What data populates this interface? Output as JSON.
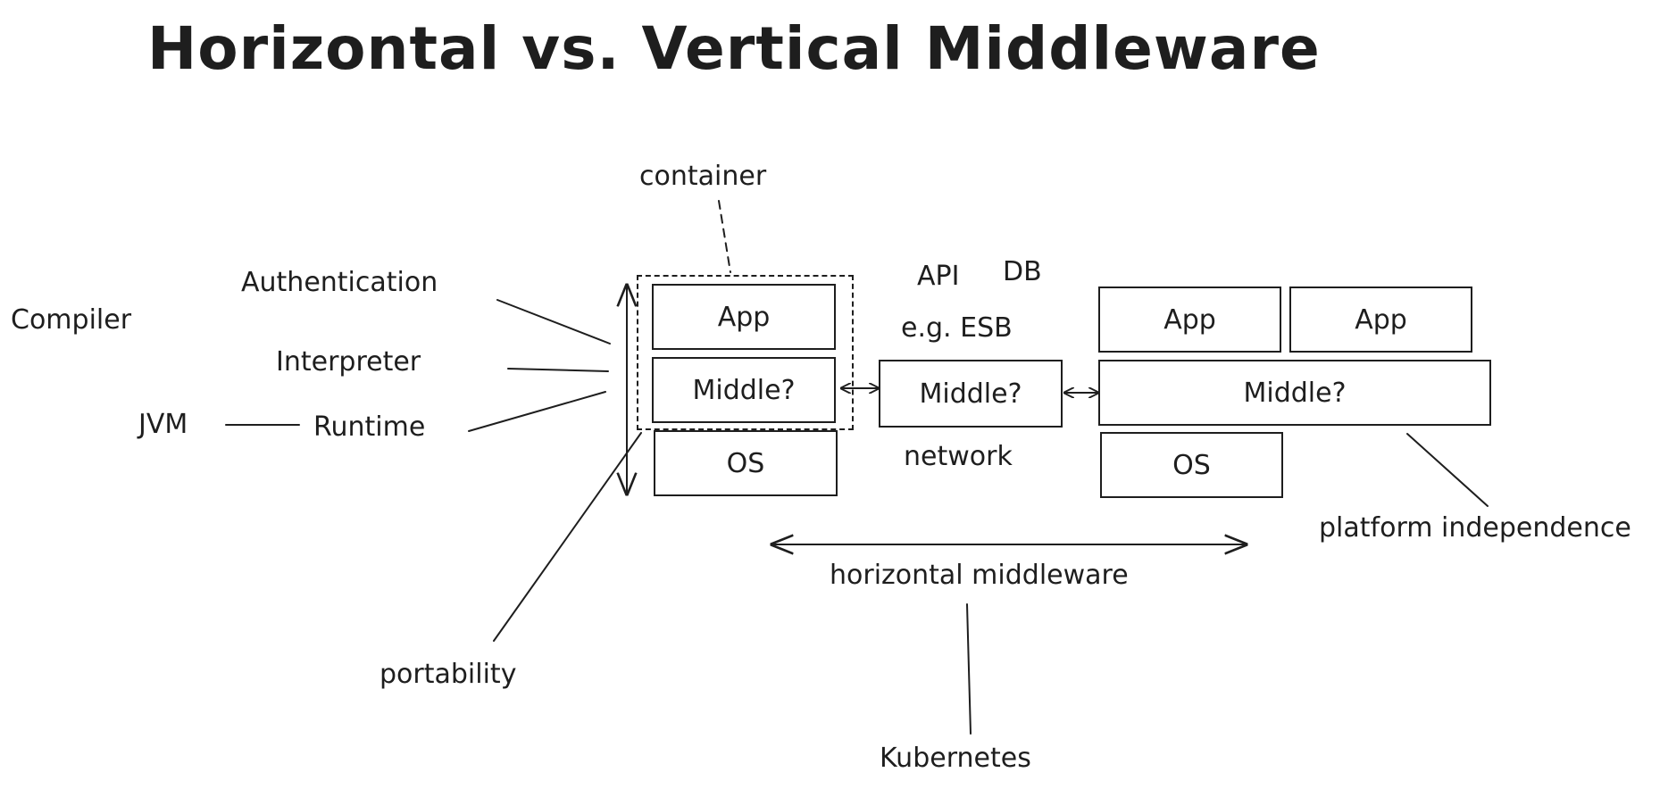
{
  "title": "Horizontal vs. Vertical Middleware",
  "labels": {
    "container": "container",
    "authentication": "Authentication",
    "compiler": "Compiler",
    "interpreter": "Interpreter",
    "jvm": "JVM",
    "runtime": "Runtime",
    "api": "API",
    "db": "DB",
    "esb": "e.g. ESB",
    "network": "network",
    "horizontal_middleware": "horizontal middleware",
    "kubernetes": "Kubernetes",
    "portability": "portability",
    "platform_independence": "platform independence"
  },
  "stack_left": {
    "app": "App",
    "middle": "Middle?",
    "os": "OS"
  },
  "stack_center": {
    "middle": "Middle?"
  },
  "stack_right": {
    "app_1": "App",
    "app_2": "App",
    "middle": "Middle?",
    "os": "OS"
  }
}
